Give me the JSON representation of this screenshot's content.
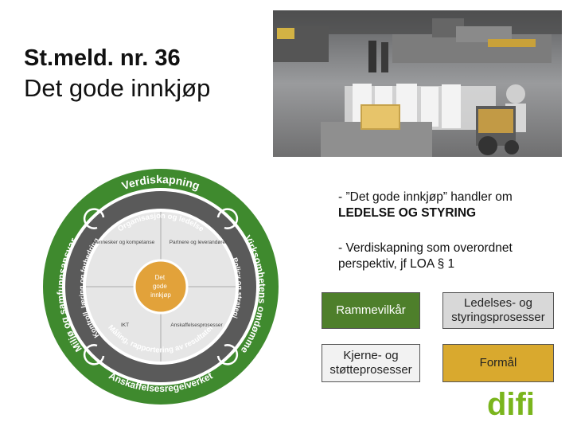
{
  "title": {
    "line1": "St.meld. nr. 36",
    "line2": "Det gode innkjøp"
  },
  "bullets": [
    {
      "text": "- ”Det gode innkjøp” handler om",
      "bold": "LEDELSE OG STYRING"
    },
    {
      "text": "- Verdiskapning som overordnet perspektiv, jf LOA § 1"
    }
  ],
  "boxes": {
    "rammevilkar": "Rammevilkår",
    "ledelse": "Ledelses- og styringsprosesser",
    "kjerne": "Kjerne- og støtteprosesser",
    "formal": "Formål"
  },
  "diagram": {
    "outer_top": "Verdiskapning",
    "outer_left": "Miljø og samfunnsansvar",
    "outer_right": "Virksomhetens omdømme",
    "outer_bottom": "Anskaffelsesregelverket",
    "mid_top": "Organisasjon og ledelse",
    "mid_left": "Kontroll, læring og forbedring",
    "mid_right": "Policy og strategi",
    "mid_bottom": "Måling, rapportering av resultater",
    "q_tl": "Mennesker og kompetanse",
    "q_tr": "Partnere og leverandører",
    "q_bl": "IKT",
    "q_br": "Anskaffelsesprosesser",
    "center": [
      "Det",
      "gode",
      "innkjøp"
    ]
  },
  "logo": {
    "text": "difi"
  },
  "colors": {
    "outer_ring": "#3f8a2e",
    "mid_ring": "#5a5a5a",
    "center": "#e2a23a",
    "ramme_box": "#4e7f2b",
    "formal_box": "#d9a92e",
    "logo_green": "#7ab51d",
    "logo_dark": "#3a3a3a"
  }
}
